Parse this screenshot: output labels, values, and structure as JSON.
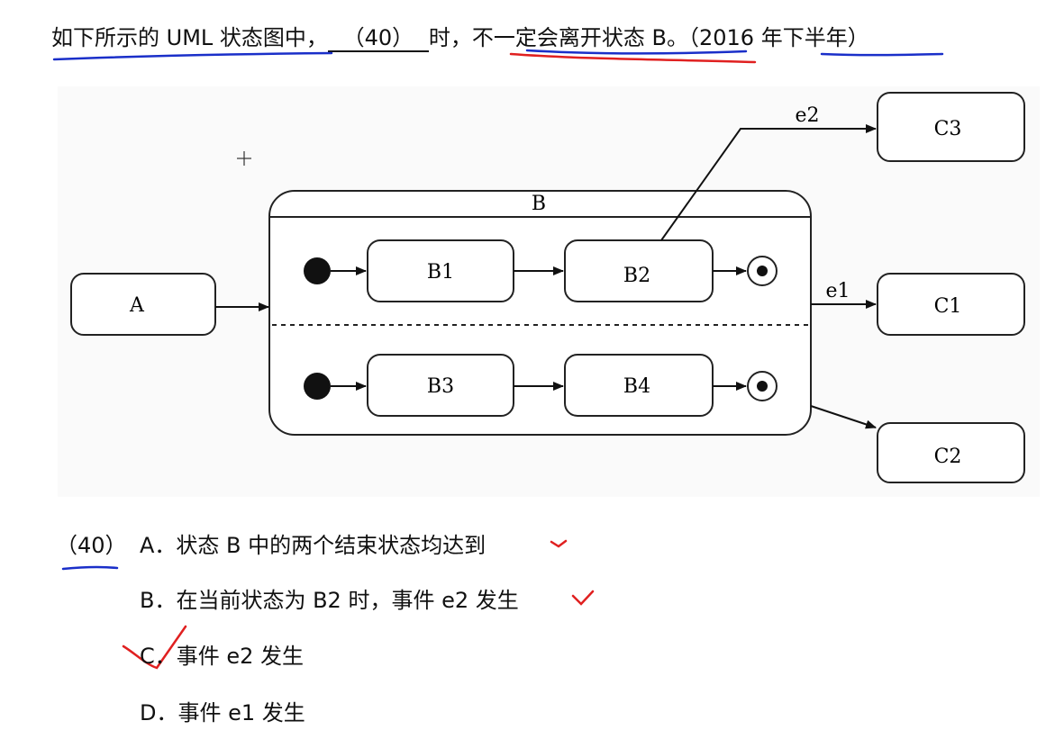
{
  "question": {
    "prefix": "如下所示的 UML 状态图中，",
    "blank": "（40）",
    "suffix": "时，不一定会离开状态 B。（2016 年下半年）"
  },
  "diagram": {
    "state_a": "A",
    "composite_b": "B",
    "b1": "B1",
    "b2": "B2",
    "b3": "B3",
    "b4": "B4",
    "c1": "C1",
    "c2": "C2",
    "c3": "C3",
    "event_e1": "e1",
    "event_e2": "e2"
  },
  "options": {
    "number": "（40）",
    "a": "A．状态 B 中的两个结束状态均达到",
    "b": "B．在当前状态为 B2 时，事件 e2 发生",
    "c": "C．事件 e2 发生",
    "d": "D．事件 e1 发生"
  },
  "annotations": {
    "pen_blue": "#1a2fc9",
    "pen_red": "#e02020"
  }
}
